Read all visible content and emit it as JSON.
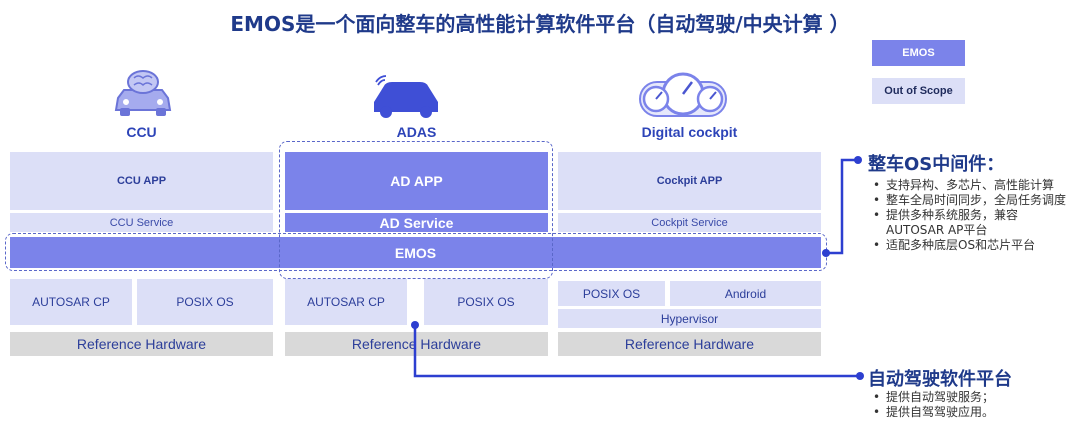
{
  "title": "EMOS是一个面向整车的高性能计算软件平台（自动驾驶/中央计算 ）",
  "legend": {
    "emos": "EMOS",
    "out_of_scope": "Out of Scope"
  },
  "columns": {
    "ccu": {
      "label": "CCU",
      "app": "CCU APP",
      "service": "CCU Service",
      "os": [
        "AUTOSAR CP",
        "POSIX OS"
      ],
      "hardware": "Reference Hardware"
    },
    "adas": {
      "label": "ADAS",
      "app": "AD APP",
      "service": "AD Service",
      "os": [
        "AUTOSAR CP",
        "POSIX OS"
      ],
      "hardware": "Reference Hardware"
    },
    "cockpit": {
      "label": "Digital cockpit",
      "app": "Cockpit APP",
      "service": "Cockpit Service",
      "os": [
        "POSIX OS",
        "Android"
      ],
      "hypervisor": "Hypervisor",
      "hardware": "Reference Hardware"
    }
  },
  "emos_bar": "EMOS",
  "callout_os": {
    "title": "整车OS中间件：",
    "items": [
      "支持异构、多芯片、高性能计算",
      "整车全局时间同步，全局任务调度",
      "提供多种系统服务，兼容AUTOSAR AP平台",
      "适配多种底层OS和芯片平台"
    ]
  },
  "callout_ad": {
    "title": "自动驾驶软件平台",
    "items": [
      "提供自动驾驶服务；",
      "提供自驾驾驶应用。"
    ]
  },
  "colors": {
    "emos": "#7b83ea",
    "out_of_scope": "#dcdff7",
    "hardware": "#d9d9d9",
    "accent": "#2d3fd0"
  },
  "icons": [
    "car-brain-icon",
    "autonomous-car-icon",
    "dashboard-gauges-icon"
  ]
}
